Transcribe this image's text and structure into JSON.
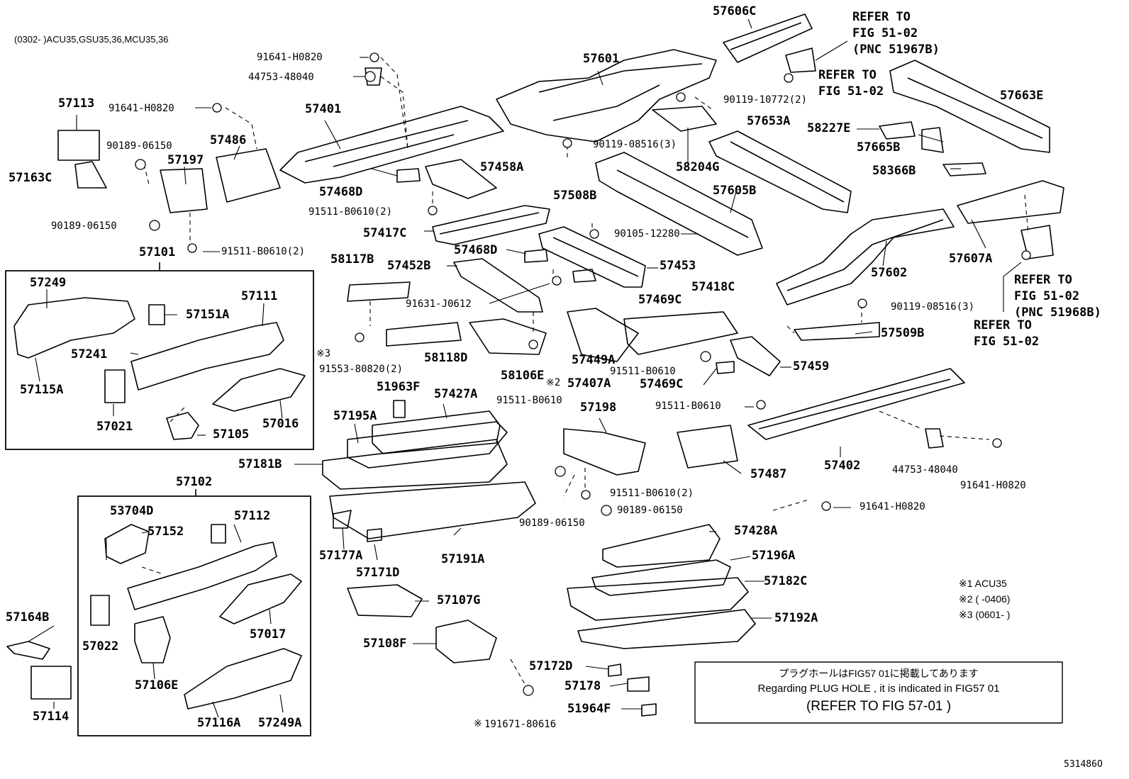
{
  "header": "(0302-    )ACU35,GSU35,36,MCU35,36",
  "footer_id": "531486O",
  "legend": [
    "※1 ACU35",
    "※2 (    -0406)",
    "※3 (0601-    )"
  ],
  "notice": {
    "line1": "プラグホールはFIG57 01に掲載してあります",
    "line2": "Regarding PLUG HOLE , it is indicated in FIG57 01",
    "line3": "(REFER TO FIG 57-01 )"
  },
  "refs": [
    {
      "lines": [
        "REFER TO",
        "FIG 51-02",
        "(PNC 51967B)"
      ]
    },
    {
      "lines": [
        "REFER TO",
        "FIG 51-02"
      ]
    },
    {
      "lines": [
        "REFER TO",
        "FIG 51-02",
        "(PNC 51968B)"
      ]
    },
    {
      "lines": [
        "REFER TO",
        "FIG 51-02"
      ]
    }
  ],
  "parts": [
    "57606C",
    "57601",
    "91641-H0820",
    "44753-48040",
    "57401",
    "57113",
    "91641-H0820",
    "90189-06150",
    "57486",
    "57197",
    "57163C",
    "90189-06150",
    "91511-B0610(2)",
    "57101",
    "57249",
    "57111",
    "57151A",
    "57241",
    "57115A",
    "57021",
    "57105",
    "57016",
    "90119-10772(2)",
    "57653A",
    "58227E",
    "57663E",
    "57665B",
    "90119-08516(3)",
    "58204G",
    "58366B",
    "57458A",
    "57468D",
    "57508B",
    "91511-B0610(2)",
    "57605B",
    "57417C",
    "90105-12280",
    "57607A",
    "57468D",
    "57602",
    "58117B",
    "57452B",
    "57453",
    "57469C",
    "91631-J0612",
    "57418C",
    "90119-08516(3)",
    "57509B",
    "58118D",
    "91553-80820(2)",
    "58106E",
    "57449A",
    "57407A",
    "91511-B0610",
    "57459",
    "57469C",
    "91511-B0610",
    "51963F",
    "57427A",
    "91511-B0610",
    "57195A",
    "57198",
    "57181B",
    "57402",
    "57487",
    "44753-48040",
    "91641-H0820",
    "91511-B0610(2)",
    "90189-06150",
    "91641-H0820",
    "90189-06150",
    "57102",
    "53704D",
    "57152",
    "57112",
    "57022",
    "57017",
    "57106E",
    "57116A",
    "57249A",
    "57164B",
    "57114",
    "57177A",
    "57171D",
    "57191A",
    "57107G",
    "57108F",
    "57428A",
    "57196A",
    "57182C",
    "57192A",
    "57172D",
    "57178",
    "51964F",
    "191671-80616"
  ],
  "marks": {
    "m3": "※3",
    "m2": "※2",
    "m1": "※"
  }
}
